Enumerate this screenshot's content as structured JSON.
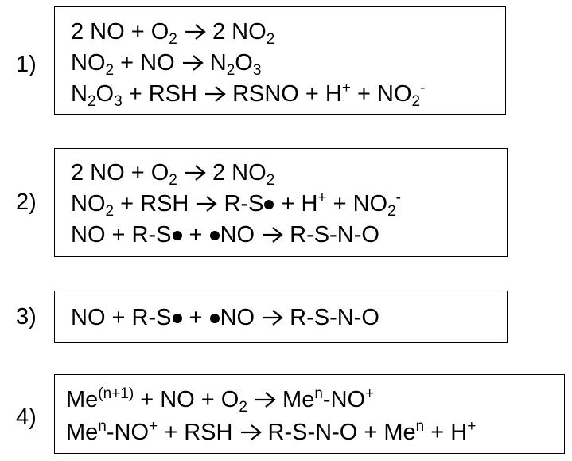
{
  "groups": [
    {
      "number": "1)",
      "equations": [
        [
          {
            "t": "2 NO + O"
          },
          {
            "sub": "2"
          },
          {
            "t": " "
          },
          {
            "icon": "arrow"
          },
          {
            "t": " 2 NO"
          },
          {
            "sub": "2"
          }
        ],
        [
          {
            "t": "NO"
          },
          {
            "sub": "2"
          },
          {
            "t": " + NO "
          },
          {
            "icon": "arrow"
          },
          {
            "t": " N"
          },
          {
            "sub": "2"
          },
          {
            "t": "O"
          },
          {
            "sub": "3"
          }
        ],
        [
          {
            "t": "N"
          },
          {
            "sub": "2"
          },
          {
            "t": "O"
          },
          {
            "sub": "3"
          },
          {
            "t": " + RSH "
          },
          {
            "icon": "arrow"
          },
          {
            "t": " RSNO + H"
          },
          {
            "sup": "+"
          },
          {
            "t": " + NO"
          },
          {
            "sub": "2"
          },
          {
            "sup": "-"
          }
        ]
      ]
    },
    {
      "number": "2)",
      "equations": [
        [
          {
            "t": "2 NO + O"
          },
          {
            "sub": "2"
          },
          {
            "t": " "
          },
          {
            "icon": "arrow"
          },
          {
            "t": " 2 NO"
          },
          {
            "sub": "2"
          }
        ],
        [
          {
            "t": "NO"
          },
          {
            "sub": "2"
          },
          {
            "t": " + RSH "
          },
          {
            "icon": "arrow"
          },
          {
            "t": " R-S"
          },
          {
            "icon": "radical"
          },
          {
            "t": " + H"
          },
          {
            "sup": "+"
          },
          {
            "t": " + NO"
          },
          {
            "sub": "2"
          },
          {
            "sup": "-"
          }
        ],
        [
          {
            "t": "NO + R-S"
          },
          {
            "icon": "radical"
          },
          {
            "t": " + "
          },
          {
            "icon": "radical"
          },
          {
            "t": "NO "
          },
          {
            "icon": "arrow"
          },
          {
            "t": " R-S-N-O"
          }
        ]
      ]
    },
    {
      "number": "3)",
      "equations": [
        [
          {
            "t": "NO + R-S"
          },
          {
            "icon": "radical"
          },
          {
            "t": " + "
          },
          {
            "icon": "radical"
          },
          {
            "t": "NO "
          },
          {
            "icon": "arrow"
          },
          {
            "t": " R-S-N-O"
          }
        ]
      ]
    },
    {
      "number": "4)",
      "equations": [
        [
          {
            "t": "Me"
          },
          {
            "sup": "(n+1)"
          },
          {
            "t": " + NO + O"
          },
          {
            "sub": "2"
          },
          {
            "t": " "
          },
          {
            "icon": "arrow"
          },
          {
            "t": " Me"
          },
          {
            "sup": "n"
          },
          {
            "t": "-NO"
          },
          {
            "sup": "+"
          }
        ],
        [
          {
            "t": "Me"
          },
          {
            "sup": "n"
          },
          {
            "t": "-NO"
          },
          {
            "sup": "+"
          },
          {
            "t": " + RSH "
          },
          {
            "icon": "arrow"
          },
          {
            "t": " R-S-N-O + Me"
          },
          {
            "sup": "n"
          },
          {
            "t": " + H"
          },
          {
            "sup": "+"
          }
        ]
      ]
    }
  ]
}
